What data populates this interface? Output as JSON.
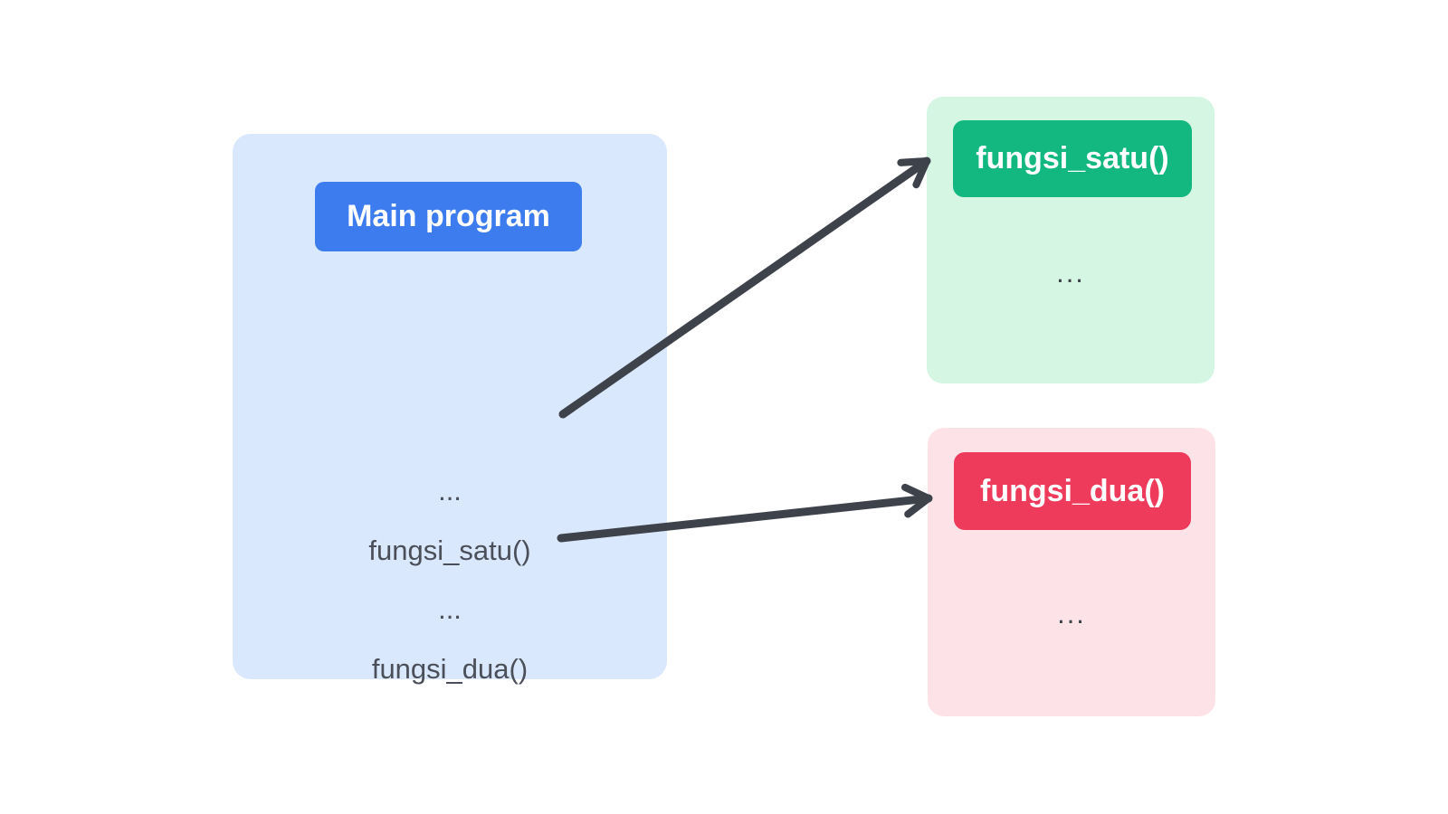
{
  "diagram": {
    "title_concept": "function calls from a main program",
    "main_box": {
      "badge_label": "Main program",
      "lines": [
        "...",
        "fungsi_satu()",
        "...",
        "fungsi_dua()"
      ]
    },
    "satu_box": {
      "badge_label": "fungsi_satu()",
      "body": "..."
    },
    "dua_box": {
      "badge_label": "fungsi_dua()",
      "body": "..."
    },
    "arrows": [
      {
        "from": "fungsi_satu() call in main program",
        "to": "fungsi_satu() function box"
      },
      {
        "from": "fungsi_dua() call in main program",
        "to": "fungsi_dua() function box"
      }
    ],
    "colors": {
      "background": "#ffffff",
      "main_panel_bg": "#d9e8fd",
      "main_badge_bg": "#3c7cef",
      "satu_panel_bg": "#d4f6e3",
      "satu_badge_bg": "#13b880",
      "dua_panel_bg": "#fde3e7",
      "dua_badge_bg": "#ee3a5b",
      "arrow": "#3e424b",
      "code_text": "#4b4f59",
      "badge_text": "#ffffff"
    }
  }
}
